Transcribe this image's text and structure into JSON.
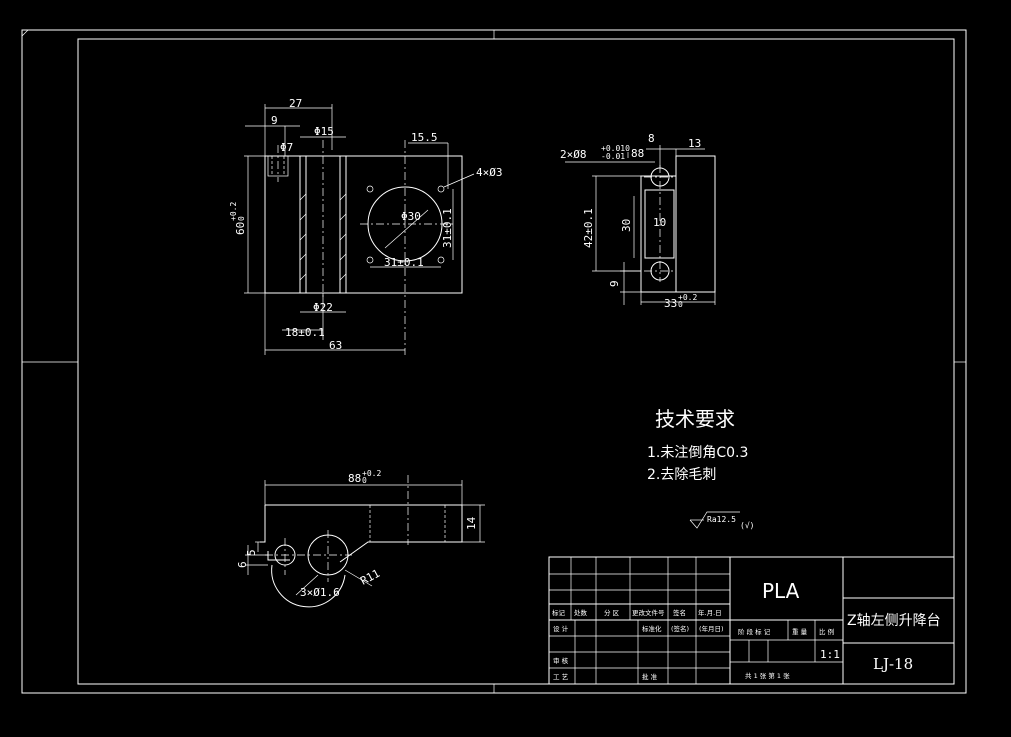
{
  "front_view": {
    "dim_27": "27",
    "dim_9": "9",
    "dim_phi15": "Φ15",
    "dim_phi7": "Φ7",
    "dim_15_5": "15.5",
    "dim_4x_phi3": "4×Ø3",
    "dim_60": "60",
    "dim_60_tol": "+0.2",
    "dim_60_tol2": "0",
    "dim_phi30": "Φ30",
    "dim_31_v": "31±0.1",
    "dim_31_h": "31±0.1",
    "dim_phi22": "Φ22",
    "dim_18": "18±0.1",
    "dim_63": "63"
  },
  "side_view": {
    "dim_hole": "2×Ø8",
    "dim_hole_tol": "+0.010",
    "dim_hole_tol2": "-0.01",
    "dim_88": "88",
    "dim_8": "8",
    "dim_13": "13",
    "dim_42": "42±0.1",
    "dim_30": "30",
    "dim_10": "10",
    "dim_9": "9",
    "dim_33": "33",
    "dim_33_tol": "+0.2",
    "dim_33_tol2": "0"
  },
  "top_view": {
    "dim_88": "88",
    "dim_88_tol": "+0.2",
    "dim_88_tol2": "0",
    "dim_14": "14",
    "dim_5": "5",
    "dim_6": "6",
    "dim_r11": "R11",
    "dim_3x": "3×Ø1.6"
  },
  "notes": {
    "title": "技术要求",
    "line1": "1.未注倒角C0.3",
    "line2": "2.去除毛刺",
    "roughness": "Ra12.5",
    "roughness_suffix": "(√)"
  },
  "title_block": {
    "material": "PLA",
    "part_name": "Z轴左侧升降台",
    "drawing_no": "LJ-18",
    "scale": "1:1",
    "header_row": [
      "标记",
      "处数",
      "分 区",
      "更改文件号",
      "签名",
      "年.月.日"
    ],
    "row_design": [
      "设 计",
      "",
      "",
      "标准化",
      "(签名)",
      "(年月日)"
    ],
    "row_check": "审 核",
    "row_process": "工 艺",
    "row_approve": "批 准",
    "stage_labels": [
      "阶 段 标 记",
      "重 量",
      "比 例"
    ],
    "sheets": "共 1 张     第 1 张"
  }
}
